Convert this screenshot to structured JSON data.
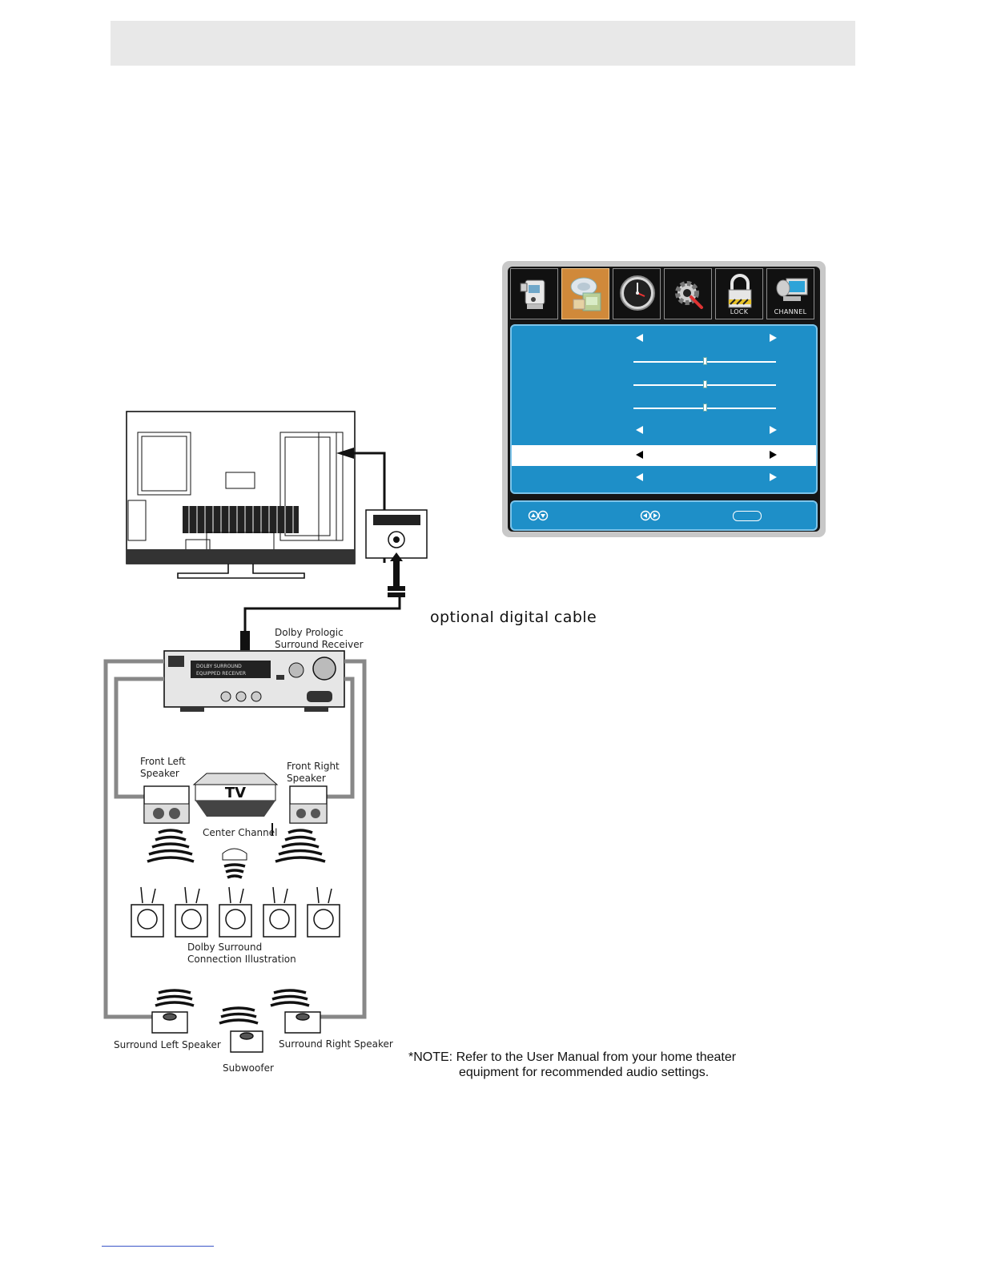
{
  "menu": {
    "tabs": [
      {
        "icon": "camcorder-icon",
        "label": ""
      },
      {
        "icon": "audio-icon",
        "label": ""
      },
      {
        "icon": "clock-icon",
        "label": ""
      },
      {
        "icon": "setup-gear-icon",
        "label": ""
      },
      {
        "icon": "lock-icon",
        "label": "LOCK"
      },
      {
        "icon": "channel-icon",
        "label": "CHANNEL"
      }
    ],
    "active_tab_index": 1,
    "sliders": [
      0.5,
      0.5,
      0.5
    ],
    "selected_row_index": 5
  },
  "labels": {
    "cable": "optional digital cable",
    "receiver_line1": "Dolby Prologic",
    "receiver_line2": "Surround Receiver",
    "front_left_line1": "Front Left",
    "front_left_line2": "Speaker",
    "front_right_line1": "Front Right",
    "front_right_line2": "Speaker",
    "tv": "TV",
    "center": "Center Channel",
    "illustration_line1": "Dolby Surround",
    "illustration_line2": "Connection Illustration",
    "surround_left": "Surround Left Speaker",
    "surround_right": "Surround Right Speaker",
    "subwoofer": "Subwoofer"
  },
  "note": {
    "line1": "*NOTE: Refer to the User Manual from your home theater",
    "line2": "equipment for recommended audio settings."
  }
}
